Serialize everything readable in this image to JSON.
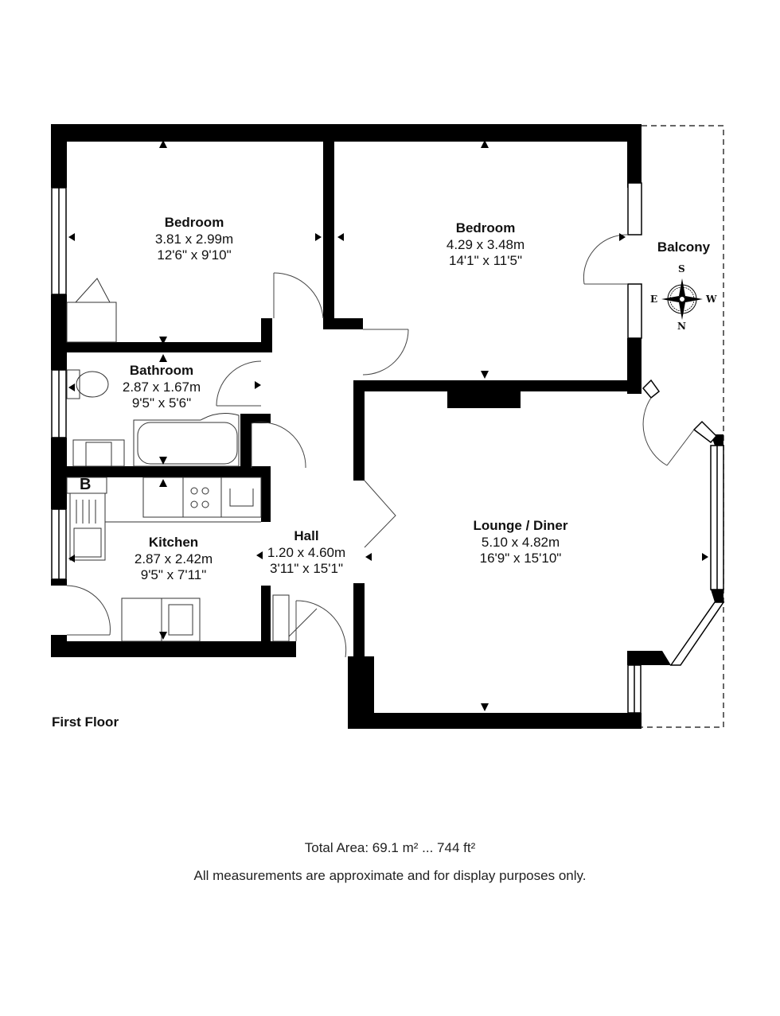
{
  "floor": {
    "label": "First Floor"
  },
  "rooms": [
    {
      "name": "Bedroom",
      "metric": "3.81 x 2.99m",
      "imperial": "12'6\" x 9'10\""
    },
    {
      "name": "Bedroom",
      "metric": "4.29 x 3.48m",
      "imperial": "14'1\" x 11'5\""
    },
    {
      "name": "Bathroom",
      "metric": "2.87 x 1.67m",
      "imperial": "9'5\" x 5'6\""
    },
    {
      "name": "Kitchen",
      "metric": "2.87 x 2.42m",
      "imperial": "9'5\" x 7'11\""
    },
    {
      "name": "Hall",
      "metric": "1.20 x 4.60m",
      "imperial": "3'11\" x 15'1\""
    },
    {
      "name": "Lounge / Diner",
      "metric": "5.10 x 4.82m",
      "imperial": "16'9\" x 15'10\""
    },
    {
      "name": "Balcony"
    }
  ],
  "kitchen": {
    "boiler_label": "B"
  },
  "compass": {
    "top": "S",
    "left": "E",
    "right": "W",
    "bottom": "N",
    "icon": "compass-rose-icon"
  },
  "footer": {
    "total_area": "Total Area: 69.1 m² ... 744 ft²",
    "disclaimer": "All measurements are approximate and for display purposes only."
  },
  "colors": {
    "wall": "#000000",
    "background": "#ffffff",
    "line": "#555555"
  }
}
